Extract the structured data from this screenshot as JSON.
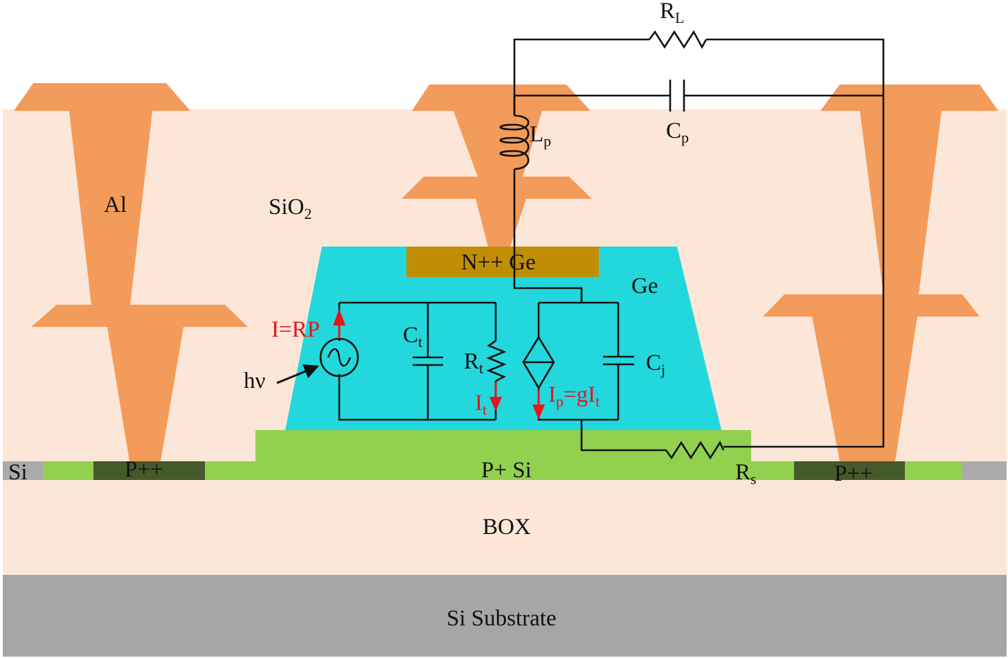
{
  "colors": {
    "oxide": "#fbe6d8",
    "metal_al": "#f39b5a",
    "germanium": "#22d8dc",
    "n_doped_ge": "#c08e05",
    "p_si": "#92d050",
    "p_plus_plus": "#455a2a",
    "silicon_gray": "#aaaaaa",
    "substrate": "#a6a6a6",
    "wire": "#111111",
    "current_arrow": "#e8141c"
  },
  "icons": {
    "ac_source": "ac-source-icon",
    "dependent_source": "diamond-current-source-icon",
    "resistor": "zigzag-resistor-icon",
    "capacitor": "capacitor-icon",
    "inductor": "coil-inductor-icon"
  },
  "labels": {
    "al": "Al",
    "sio2_main": "SiO",
    "sio2_sub": "2",
    "ge": "Ge",
    "n_ge": "N++ Ge",
    "p_si": "P+ Si",
    "p_pp_left": "P++",
    "p_pp_right": "P++",
    "si": "Si",
    "box": "BOX",
    "substrate": "Si Substrate",
    "hv": "hν"
  },
  "circuit": {
    "rl_main": "R",
    "rl_sub": "L",
    "lp_main": "L",
    "lp_sub": "p",
    "cp_main": "C",
    "cp_sub": "p",
    "ct_main": "C",
    "ct_sub": "t",
    "rt_main": "R",
    "rt_sub": "t",
    "cj_main": "C",
    "cj_sub": "j",
    "rs_main": "R",
    "rs_sub": "s",
    "source_eq": "I=RP",
    "it_main": "I",
    "it_sub": "t",
    "ip_main": "I",
    "ip_sub1": "p",
    "ip_mid": "=gI",
    "ip_sub2": "t"
  }
}
